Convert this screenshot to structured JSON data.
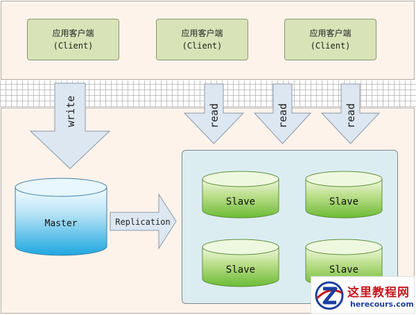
{
  "clients": [
    {
      "title": "应用客户端",
      "subtitle": "(Client)"
    },
    {
      "title": "应用客户端",
      "subtitle": "(Client)"
    },
    {
      "title": "应用客户端",
      "subtitle": "(Client)"
    }
  ],
  "arrows": {
    "write_label": "write",
    "read_labels": [
      "read",
      "read",
      "read"
    ],
    "replication_label": "Replication"
  },
  "master": {
    "label": "Master"
  },
  "slaves": [
    {
      "label": "Slave"
    },
    {
      "label": "Slave"
    },
    {
      "label": "Slave"
    },
    {
      "label": "Slave"
    }
  ],
  "watermark": {
    "title": "这里教程网",
    "url": "herecours.com"
  },
  "colors": {
    "band_bg": "#fdf3ea",
    "client_fill": "#d8e3b7",
    "arrow_fill": "#dde7f2",
    "master_top": "#f4fbff",
    "master_bottom": "#1ea7e0",
    "slave_top": "#f1f9e2",
    "slave_bottom": "#6cbb35",
    "panel_fill": "#dcedf2",
    "watermark_red": "#c8161d",
    "watermark_blue": "#1a3fa0"
  }
}
